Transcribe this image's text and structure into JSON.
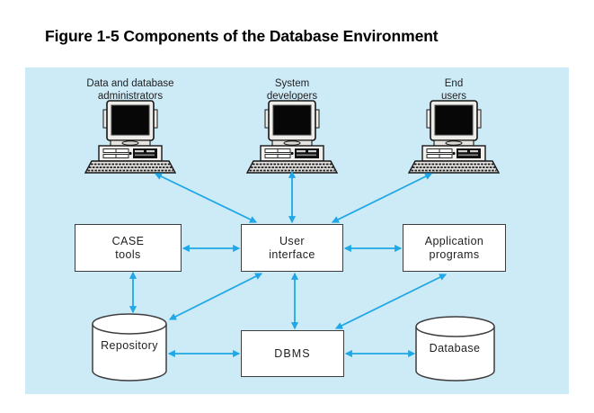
{
  "title": "Figure 1-5 Components of the Database Environment",
  "colors": {
    "panel-bg": "#cdeaf7",
    "arrow": "#1fa8e5",
    "box-border": "#3d3d3d",
    "box-bg": "#ffffff",
    "ink": "#1f1f1f",
    "title-ink": "#000000"
  },
  "diagram": {
    "actors": [
      {
        "line1": "Data and database",
        "line2": "administrators"
      },
      {
        "line1": "System",
        "line2": "developers"
      },
      {
        "line1": "End",
        "line2": "users"
      }
    ],
    "nodes": {
      "case_tools": {
        "line1": "CASE",
        "line2": "tools"
      },
      "user_interface": {
        "line1": "User",
        "line2": "interface"
      },
      "application_programs": {
        "line1": "Application",
        "line2": "programs"
      },
      "dbms": {
        "label": "DBMS"
      },
      "repository": {
        "label": "Repository"
      },
      "database": {
        "label": "Database"
      }
    }
  }
}
